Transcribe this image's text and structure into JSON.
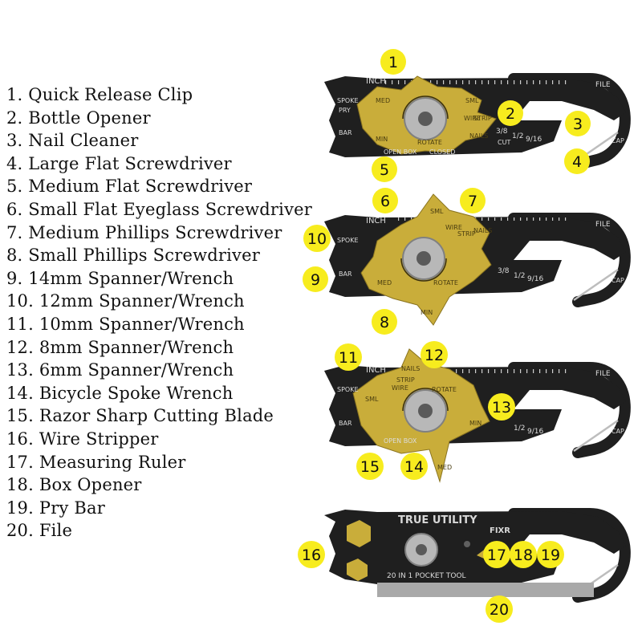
{
  "features": [
    "1. Quick Release Clip",
    "2. Bottle Opener",
    "3. Nail Cleaner",
    "4. Large Flat Screwdriver",
    "5. Medium Flat Screwdriver",
    "6. Small Flat Eyeglass Screwdriver",
    "7. Medium Phillips Screwdriver",
    "8. Small Phillips Screwdriver",
    "9. 14mm Spanner/Wrench",
    "10. 12mm Spanner/Wrench",
    "11. 10mm Spanner/Wrench",
    "12. 8mm Spanner/Wrench",
    "13. 6mm Spanner/Wrench",
    "14. Bicycle Spoke Wrench",
    "15. Razor Sharp Cutting Blade",
    "16. Wire Stripper",
    "17. Measuring Ruler",
    "18. Box Opener",
    "19. Pry Bar",
    "20. File"
  ],
  "badges": [
    "1",
    "2",
    "3",
    "4",
    "5",
    "6",
    "7",
    "8",
    "9",
    "10",
    "11",
    "12",
    "13",
    "14",
    "15",
    "16",
    "17",
    "18",
    "19",
    "20"
  ],
  "tool_labels": {
    "inch": "INCH",
    "file": "FILE",
    "cap": "CAP",
    "spoke": "SPOKE",
    "pry": "PRY",
    "bar": "BAR",
    "fraction_3_8": "3/8",
    "fraction_1_2": "1/2",
    "fraction_9_16": "9/16",
    "cut": "CUT",
    "open_box": "OPEN BOX",
    "closed": "CLOSED",
    "rotate": "ROTATE",
    "med": "MED",
    "min": "MIN",
    "sml": "SML",
    "wire": "WIRE",
    "strip": "STRIP",
    "nails": "NAILS",
    "brand": "TRUE UTILITY",
    "model": "FIXR",
    "tagline": "20 IN 1 POCKET TOOL"
  },
  "colors": {
    "badge_fill": "#f7ec1e",
    "tool_body": "#1f1f1f",
    "gold_insert": "#c9ad3a",
    "label_text": "#111111"
  }
}
